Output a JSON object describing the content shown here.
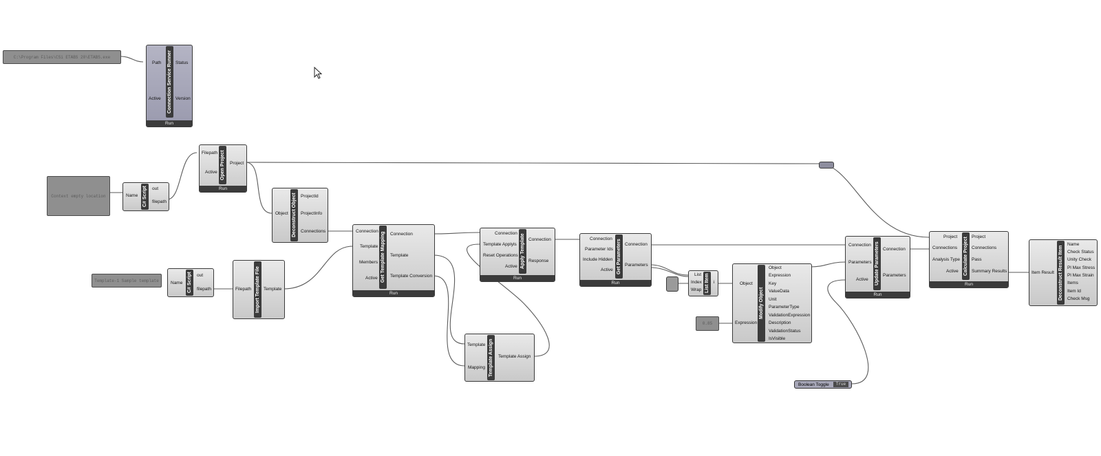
{
  "panels": {
    "path_panel": "C:\\Program Files\\CSi ETABS 20\\ETABS.exe",
    "model_path_panel": "Context empty location",
    "template_panel": "Template-1 Sample template",
    "expression_panel": "0.85"
  },
  "connection_service": {
    "title": "Connection Service Runner",
    "inputs": [
      "Path",
      "Active"
    ],
    "outputs": [
      "Status",
      "Version"
    ],
    "run": "Run"
  },
  "csharp_1": {
    "title": "C# Script",
    "inputs": [
      "Name"
    ],
    "outputs": [
      "out",
      "filepath"
    ]
  },
  "open_project": {
    "title": "Open Project",
    "inputs": [
      "Filepath",
      "Active"
    ],
    "outputs": [
      "Project"
    ],
    "run": "Run"
  },
  "deconstruct_object": {
    "title": "Deconstruct Object",
    "inputs": [
      "Object"
    ],
    "outputs": [
      "ProjectId",
      "ProjectInfo",
      "Connections"
    ]
  },
  "csharp_2": {
    "title": "C# Script",
    "inputs": [
      "Name"
    ],
    "outputs": [
      "out",
      "filepath"
    ]
  },
  "import_template": {
    "title": "Import Template File",
    "inputs": [
      "Filepath"
    ],
    "outputs": [
      "Template"
    ]
  },
  "get_template_mapping": {
    "title": "Get Template Mapping",
    "inputs": [
      "Connection",
      "Template",
      "Members",
      "Active"
    ],
    "outputs": [
      "Connection",
      "Template",
      "Template Conversion"
    ],
    "run": "Run"
  },
  "template_assign": {
    "title": "Template Assign",
    "inputs": [
      "Template",
      "Mapping"
    ],
    "outputs": [
      "Template Assign"
    ]
  },
  "apply_template": {
    "title": "Apply Template",
    "inputs": [
      "Connection",
      "Template Applyls",
      "Reset Operations",
      "Active"
    ],
    "outputs": [
      "Connection",
      "Response"
    ],
    "run": "Run"
  },
  "get_parameters": {
    "title": "Get Parameters",
    "inputs": [
      "Connection",
      "Parameter Ids",
      "Include Hidden",
      "Active"
    ],
    "outputs": [
      "Connection",
      "Parameters"
    ],
    "run": "Run"
  },
  "list_item": {
    "title": "List Item",
    "inputs": [
      "List",
      "Index",
      "Wrap"
    ],
    "outputs": [
      "i"
    ]
  },
  "modify_object": {
    "title": "Modify Object",
    "inputs": [
      "Object",
      "Expression"
    ],
    "outputs": [
      "Object",
      "Expression",
      "Key",
      "ValueData",
      "Unit",
      "ParameterType",
      "ValidationExpression",
      "Description",
      "ValidationStatus",
      "IsVisible"
    ]
  },
  "update_parameters": {
    "title": "Update Parameters",
    "inputs": [
      "Connection",
      "Parameters",
      "Active"
    ],
    "outputs": [
      "Connection",
      "Parameters"
    ],
    "run": "Run"
  },
  "calculate_project": {
    "title": "Calculate Project",
    "inputs": [
      "Project",
      "Connections",
      "Analysis Type",
      "Active"
    ],
    "outputs": [
      "Project",
      "Connections",
      "Pass",
      "Summary Results"
    ],
    "run": "Run"
  },
  "deconstruct_result": {
    "title": "Deconstruct Result Item",
    "inputs": [
      "Item Result"
    ],
    "outputs": [
      "Name",
      "Check Status",
      "Unity Check",
      "Pl Max Stress",
      "Pl Max Strain",
      "Items",
      "Item Id",
      "Check Msg"
    ]
  },
  "boolean_toggle": {
    "label": "Boolean Toggle",
    "value": "True"
  },
  "colors": {
    "canvas": "#ffffff",
    "node": "#d6d6d6",
    "spine": "#3b3b3b",
    "wire": "#5a5a5a"
  },
  "icons": {
    "cursor": "mouse-pointer-icon",
    "relay": "relay-icon",
    "number": "number-slider-icon"
  }
}
